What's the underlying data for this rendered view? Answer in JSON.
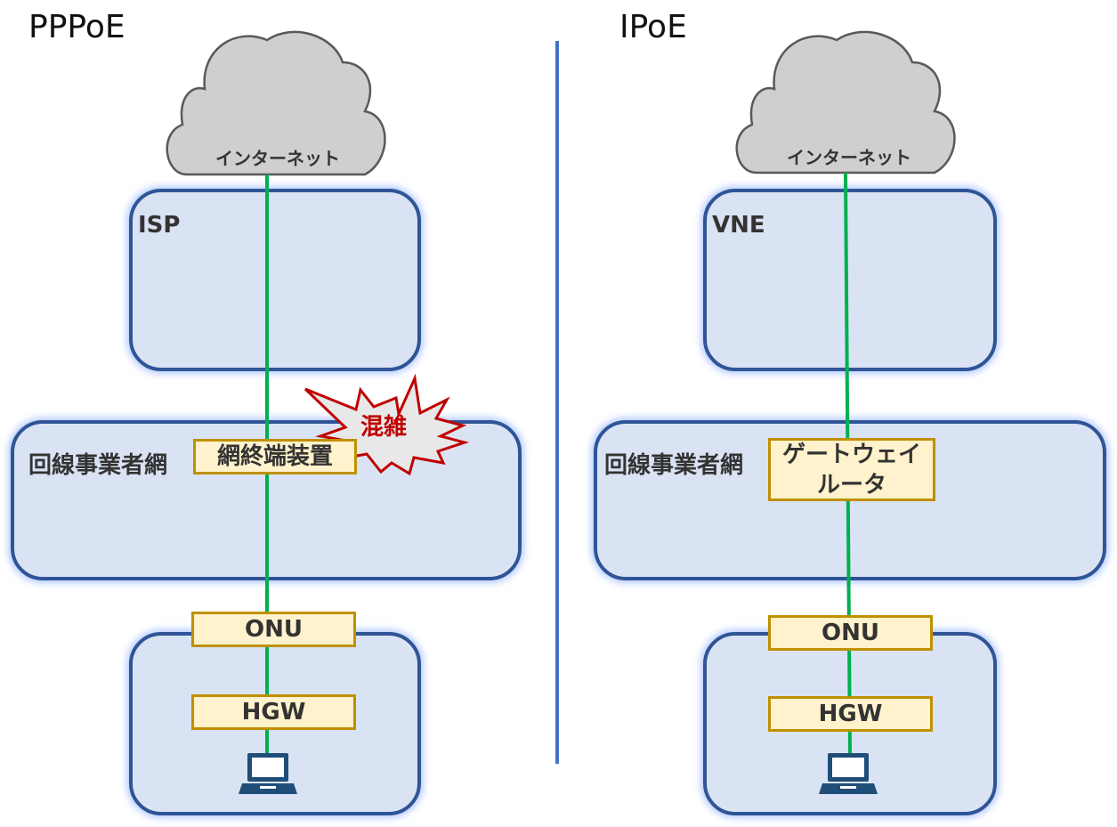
{
  "left": {
    "title": "PPPoE",
    "cloud_label": "インターネット",
    "isp_label": "ISP",
    "carrier_label": "回線事業者網",
    "terminal_label": "網終端装置",
    "congestion_label": "混雑",
    "onu_label": "ONU",
    "hgw_label": "HGW"
  },
  "right": {
    "title": "IPoE",
    "cloud_label": "インターネット",
    "vne_label": "VNE",
    "carrier_label": "回線事業者網",
    "gateway_label_line1": "ゲートウェイ",
    "gateway_label_line2": "ルータ",
    "onu_label": "ONU",
    "hgw_label": "HGW"
  },
  "colors": {
    "link": "#00b050",
    "panel_fill": "#dae3f3",
    "panel_border": "#2f5597",
    "device_fill": "#fff2cc",
    "device_border": "#bf9000",
    "divider": "#4472c4",
    "congestion": "#c00000",
    "pc_icon": "#1f4e79"
  },
  "icons": [
    "cloud-icon",
    "explosion-icon",
    "laptop-icon"
  ]
}
